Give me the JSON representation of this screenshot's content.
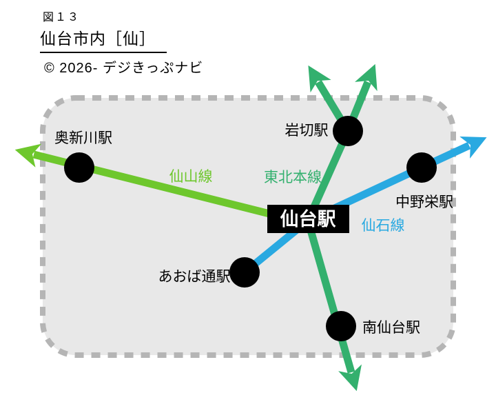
{
  "figure": {
    "number": "図１３",
    "title": "仙台市内［仙］",
    "copyright": "© 2026- デジきっぷナビ"
  },
  "colors": {
    "area_fill": "#e8e8e8",
    "area_border": "#b5b5b5",
    "station_dot": "#000000",
    "hub_bg": "#000000",
    "hub_text": "#ffffff"
  },
  "map": {
    "hub": {
      "name": "仙台駅"
    },
    "stations": [
      {
        "name": "奥新川駅"
      },
      {
        "name": "岩切駅"
      },
      {
        "name": "中野栄駅"
      },
      {
        "name": "あおば通駅"
      },
      {
        "name": "南仙台駅"
      }
    ],
    "lines": [
      {
        "name": "仙山線",
        "color": "#6ec72d"
      },
      {
        "name": "東北本線",
        "color": "#33b06e"
      },
      {
        "name": "仙石線",
        "color": "#29a9e1"
      }
    ]
  }
}
